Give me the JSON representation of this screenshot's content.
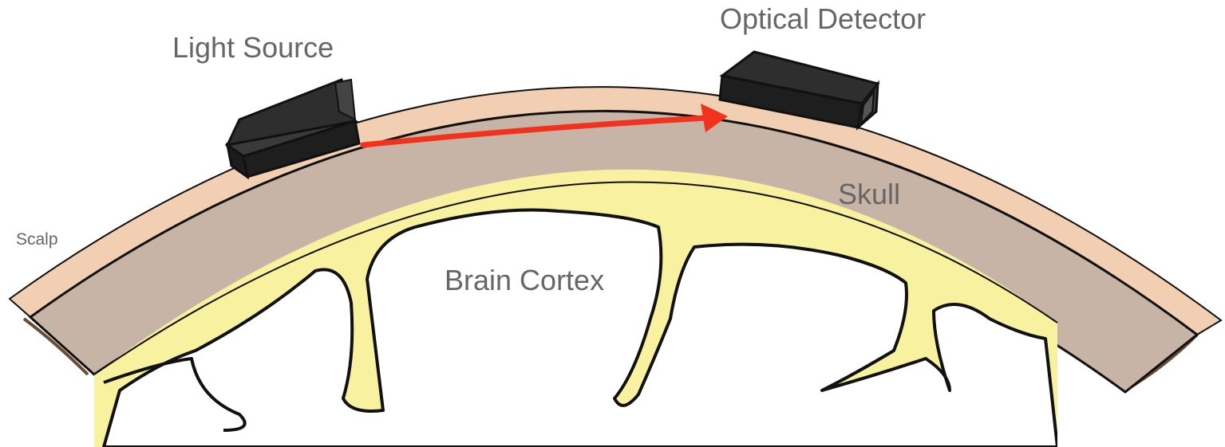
{
  "diagram": {
    "labels": {
      "light_source": "Light Source",
      "optical_detector": "Optical Detector",
      "skull": "Skull",
      "scalp": "Scalp",
      "brain_cortex": "Brain Cortex"
    },
    "colors": {
      "scalp": "#f2cfb2",
      "skull": "#c8b4a6",
      "cortex": "#f7f1a0",
      "outline": "#111111",
      "arrow": "#f0321e",
      "device": "#2b2b2b",
      "label_text": "#666666"
    }
  }
}
